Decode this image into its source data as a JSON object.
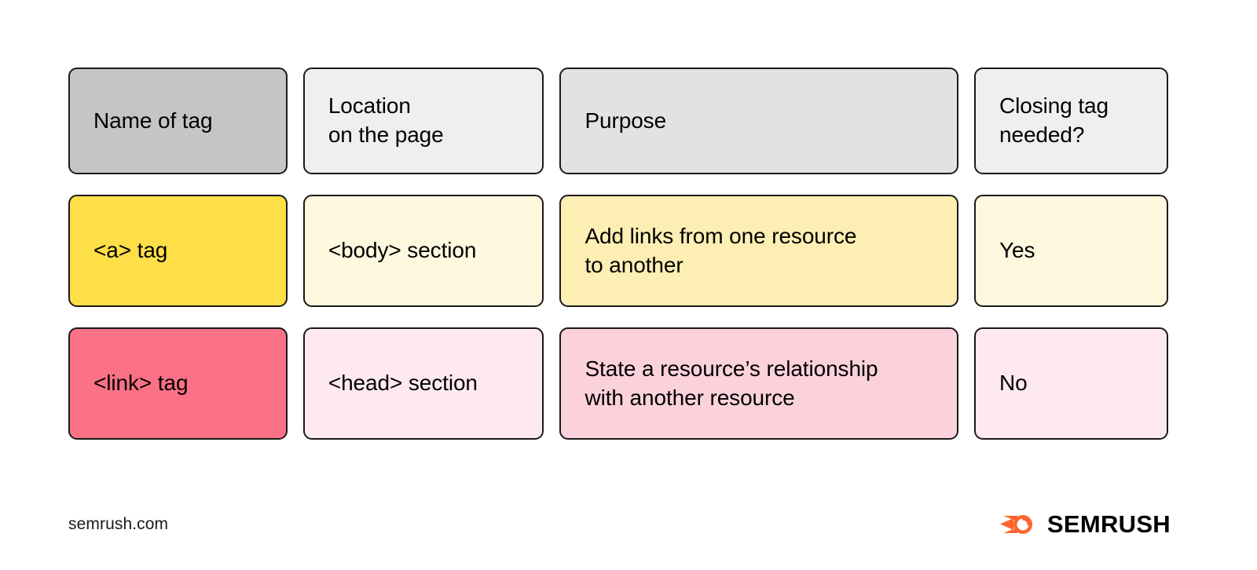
{
  "table": {
    "columns": [
      {
        "key": "name",
        "header": "Name of tag"
      },
      {
        "key": "location",
        "header": "Location\non the page"
      },
      {
        "key": "purpose",
        "header": "Purpose"
      },
      {
        "key": "closing",
        "header": "Closing tag\nneeded?"
      }
    ],
    "rows": [
      {
        "accent_color": "#ffdf47",
        "name": "<a> tag",
        "location": "<body> section",
        "purpose": "Add links from one resource\nto another",
        "closing": "Yes"
      },
      {
        "accent_color": "#fb7186",
        "name": "<link> tag",
        "location": "<head> section",
        "purpose": "State a resource’s relationship\nwith another resource",
        "closing": "No"
      }
    ]
  },
  "footer": {
    "site_url": "semrush.com",
    "brand_name": "SEMRUSH",
    "brand_icon": "semrush-comet-icon",
    "brand_color": "#ff642d"
  },
  "colors": {
    "background": "#ffffff",
    "border": "#1a1a1a",
    "header_cells": [
      "#c5c5c5",
      "#efefef",
      "#e2e2e2",
      "#efefef"
    ],
    "yellow_cells": [
      "#ffdf47",
      "#fdf8de",
      "#fdeeb3",
      "#fdf8de"
    ],
    "pink_cells": [
      "#fb7186",
      "#fde9ef",
      "#fbd1db",
      "#fde9ef"
    ]
  }
}
